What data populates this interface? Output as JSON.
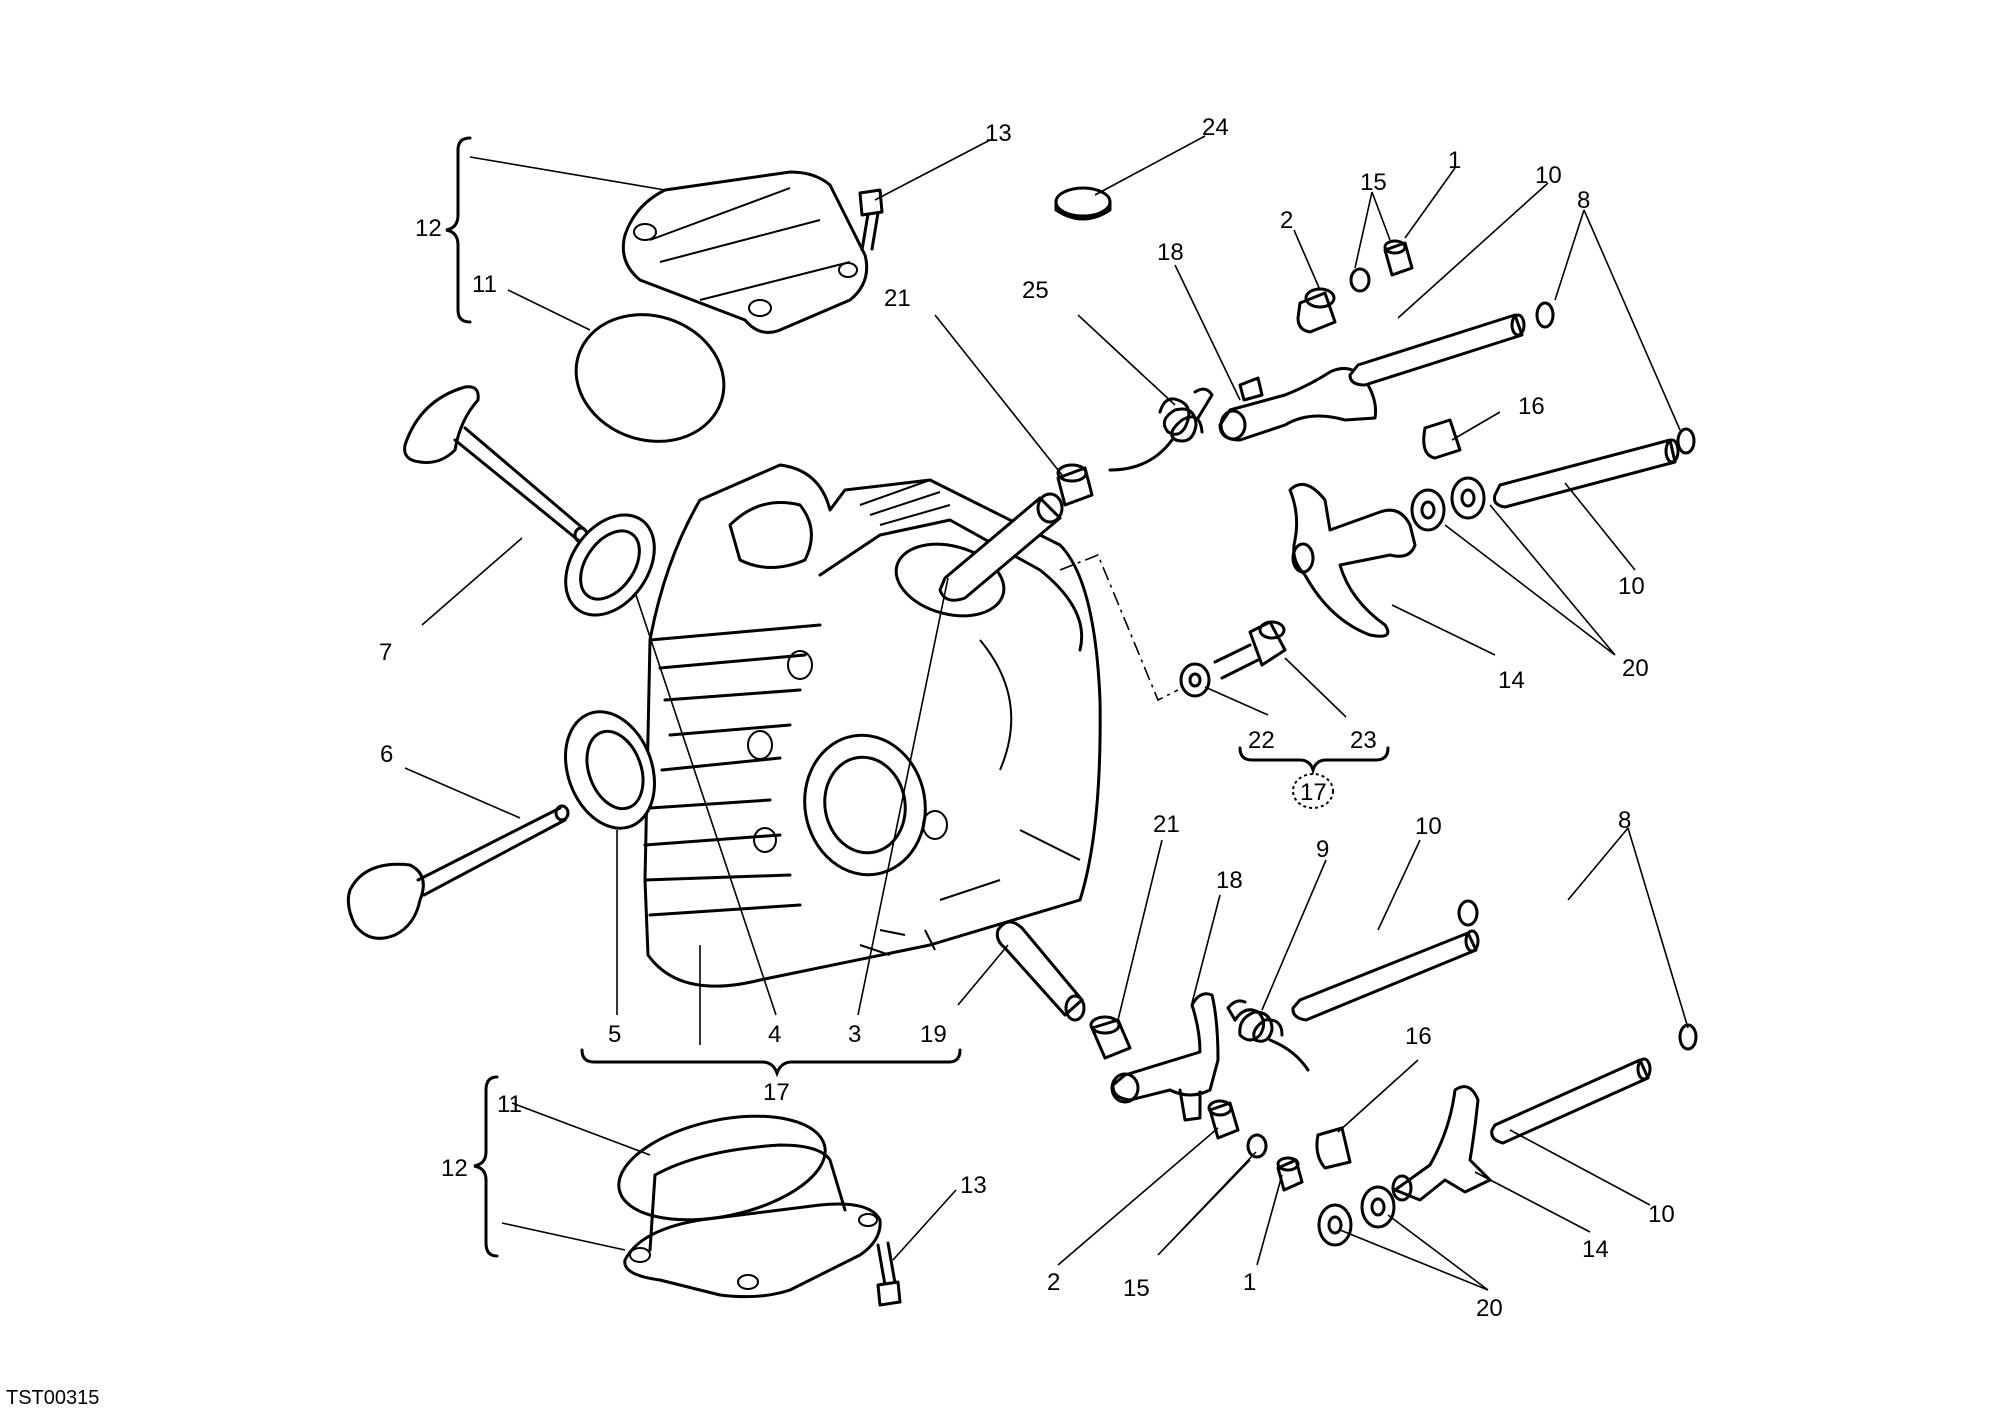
{
  "drawing_code": "TST00315",
  "callouts": {
    "c13_top": "13",
    "c24": "24",
    "c12_top": "12",
    "c11_top": "11",
    "c15_top": "15",
    "c1_top": "1",
    "c10_top": "10",
    "c8_top": "8",
    "c2_top": "2",
    "c18_top": "18",
    "c25": "25",
    "c21_top": "21",
    "c16_top": "16",
    "c10_mid": "10",
    "c7": "7",
    "c20_top": "20",
    "c14_top": "14",
    "c22": "22",
    "c23": "23",
    "c17_circled": "17",
    "c6": "6",
    "c21_bot": "21",
    "c10_bot": "10",
    "c8_bot": "8",
    "c9": "9",
    "c18_bot": "18",
    "c5": "5",
    "c4": "4",
    "c3": "3",
    "c19": "19",
    "c17_bot": "17",
    "c16_bot": "16",
    "c11_bot": "11",
    "c12_bot": "12",
    "c13_bot": "13",
    "c10_low": "10",
    "c14_bot": "14",
    "c2_bot": "2",
    "c15_bot": "15",
    "c1_bot": "1",
    "c20_bot": "20"
  }
}
